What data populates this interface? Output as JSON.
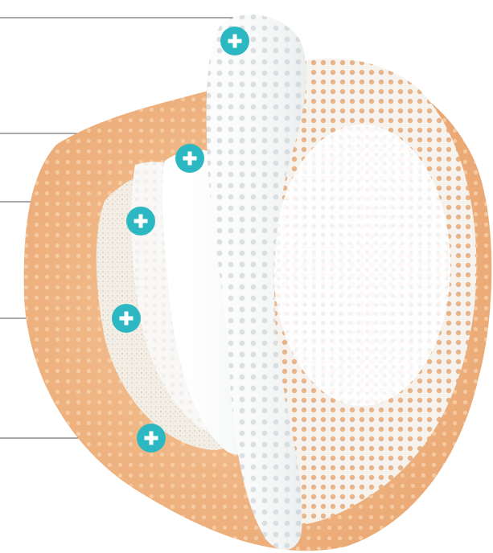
{
  "colors": {
    "accent": "#2cb8c2",
    "leader_line": "#555555",
    "base_layer": "#f3bd8e",
    "base_layer_dark": "#e9a56f",
    "perforation": "#fbe2c9",
    "fleece_layer": "#f1ece4",
    "white_layer": "#ffffff",
    "silicone_layer": "#eef3f5"
  },
  "icons": {
    "hotspot": "plus-icon"
  },
  "hotspots": [
    {
      "id": "hotspot-1",
      "icon": "plus-icon"
    },
    {
      "id": "hotspot-2",
      "icon": "plus-icon"
    },
    {
      "id": "hotspot-3",
      "icon": "plus-icon"
    },
    {
      "id": "hotspot-4",
      "icon": "plus-icon"
    },
    {
      "id": "hotspot-5",
      "icon": "plus-icon"
    }
  ]
}
